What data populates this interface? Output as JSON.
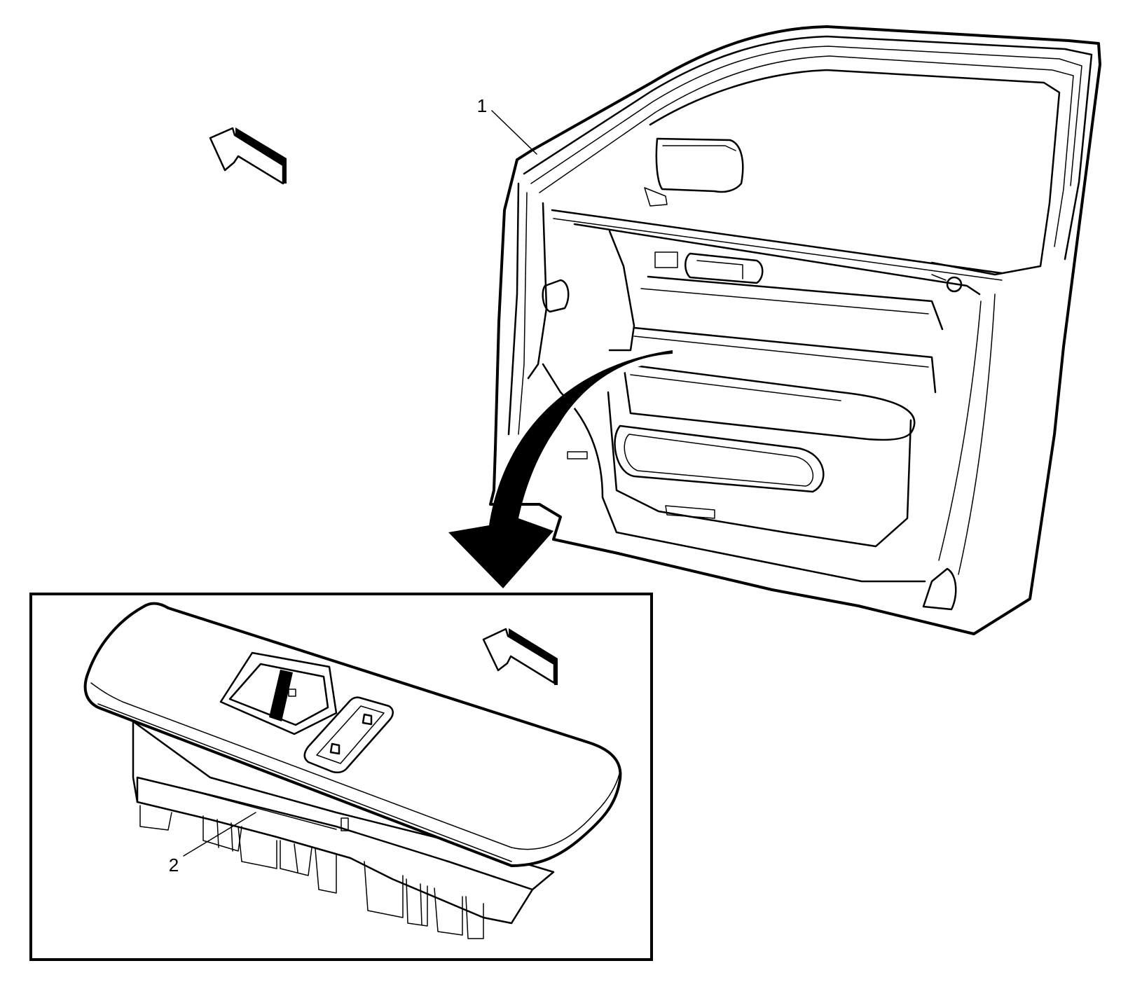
{
  "figure": {
    "callouts": [
      {
        "id": "callout-1",
        "label": "1"
      },
      {
        "id": "callout-2",
        "label": "2"
      }
    ]
  },
  "colors": {
    "line": "#000000",
    "background": "#ffffff"
  }
}
